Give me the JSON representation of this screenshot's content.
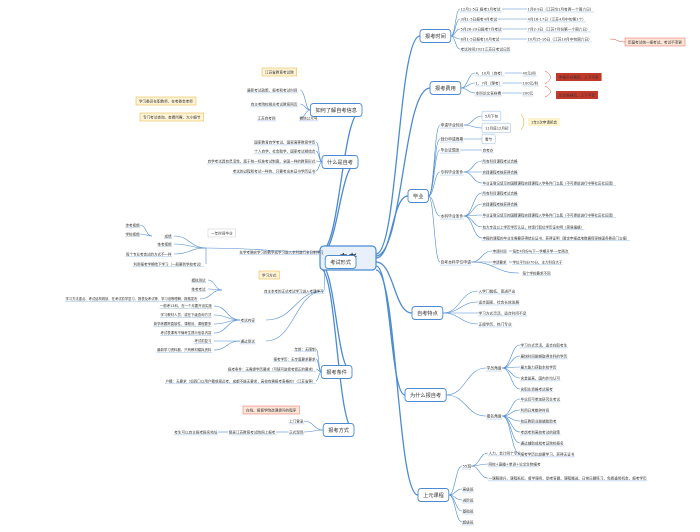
{
  "center": "自考",
  "right": {
    "exam_time": {
      "label": "报考时间",
      "items": [
        {
          "a": "12月1-5日 报考1月考试",
          "b": "1月8-9日（江苏均1月有两一个周六日）"
        },
        {
          "a": "3月1-5日报考4月考试",
          "b": "4月16-17日（江苏4月中旬第1个）"
        },
        {
          "a": "5月26-29日报考7月考试",
          "b": "7月2-3日（江苏7月份第一个周六日）"
        },
        {
          "a": "8月1-5日报考10月考试",
          "b": "10月15-16日（江苏10月中旬周六日）"
        },
        {
          "a": "考试时间2021江苏日考试日历",
          "b": ""
        }
      ],
      "note": "历届考试统一报考试、考试不变更"
    },
    "exam_fee": {
      "label": "报考费用",
      "items": [
        {
          "a": "4、10月（自考）",
          "b": "40元/科"
        },
        {
          "a": "1、7月（理考）",
          "b": "100元/科"
        },
        {
          "a": "本科论文答辩费",
          "b": "200元"
        }
      ],
      "notes": [
        "申报平台费用、上下不变",
        "论文答辩后、上下不变"
      ]
    },
    "graduation": {
      "label": "毕业",
      "apply": {
        "label": "申请毕业时间",
        "t1": "5月下旬",
        "t2": "11月底12月初",
        "note": "1年2次申请机会"
      },
      "period": {
        "label": "划分申请周期",
        "v": "春节"
      },
      "cert": {
        "label": "毕业证颁发",
        "v": "自考办"
      },
      "junior": {
        "label": "专科毕业条件",
        "items": [
          "所有科目课程考试合格",
          "实践课程考核获得合格",
          "毕业证登记填写的国籍课程实践课程入学条件门立属（不可提前进行中等社区社区团）"
        ]
      },
      "bachelor": {
        "label": "本科毕业条件",
        "items": [
          "所有科目课程考试合格",
          "实践课程考核获得合格",
          "毕业证登记填写的国籍课程实践课程入学条件门立属（不可提前进行中等社区社区团）",
          "有大专及以上学历学历认证，持现行职位学历证实明（简易编辑）",
          "申报的课程的毕业生需要获得结业证书，获得证明（暂定申报选地数据保审核国务委员门立报）"
        ]
      },
      "degree": {
        "label": "自考本科学位申请",
        "items": [
          {
            "a": "申请时间",
            "b": "每年4月份与下一学期开学·一年两次"
          },
          {
            "a": "申请要求",
            "b": "学位平均分70分、主力科目大于"
          },
          {
            "a": "",
            "b": "每个学校要求不同"
          }
        ]
      }
    },
    "features": {
      "label": "自考特点",
      "items": [
        "入学门槛低、宽进严出",
        "适合国家、社会长效发展",
        "学习方式灵活、适合时间不足",
        "正规学历、热门专业"
      ]
    },
    "why": {
      "label": "为什么报自考",
      "adv": {
        "label": "学员角度",
        "items": [
          "学习方式灵活、适合在职考生",
          "最快时间能够取得本科的学历",
          "最大能力获取本校学历",
          "含金量高、国内外均认可",
          "含职业资格考试报考"
        ]
      },
      "pass": {
        "label": "报名角度",
        "items": [
          "毕业后可参加研究生考试",
          "利用日常散碎时间",
          "校区教职业能辅助助考",
          "考虑考到高效考试的政策",
          "通过辅助成就考证院校报名",
          "报考学历比较要学习、获得无证书"
        ]
      }
    },
    "courses": {
      "label": "上元课程",
      "high": {
        "label": "55班",
        "items": [
          "人力、会计网个专业",
          "网校+直播+单讲+论文生物报考",
          "一课服提升、课程抵扣、督学服务、助考答题、课程赠送、日常日题练习、免费重修机会、报考学历"
        ]
      },
      "list": [
        "高级班",
        "进阶班",
        "基础班",
        "超级班"
      ]
    }
  },
  "left": {
    "learn_more": {
      "label": "如何了解自考信息",
      "top_note": "江苏省教育考试院",
      "items": [
        {
          "a": "学习委员在职教师、在考委会老师",
          "b": "最新考试政策、报考和考试时间"
        },
        {
          "a": "",
          "b": "自主考院校相关考试教育网页"
        },
        {
          "a": "专门考试查询、查看所需、大小细节",
          "b": "江苏自考网"
        },
        {
          "a": "",
          "b": "",
          "c": "微信公众号"
        }
      ]
    },
    "what": {
      "label": "什么是自考",
      "items": [
        "国家教育自学考试、国家高等教育学历",
        "个人自学、社会助学、国家考试相结合",
        "自学考试具有灵活性、属于统一标准考试制度、全国一样的教育形式",
        "考试的过程和考试一样的、只要考出来证书学历证书"
      ]
    },
    "study": {
      "label": "考试形式",
      "overview": "在学考确实学习的教学成学习进入本科进行全日制学习",
      "one_year": {
        "label": "一年时间毕业",
        "items": [
          {
            "sub": "成绩",
            "leaves": [
              "传考视频",
              "学校视频"
            ]
          },
          {
            "sub": "",
            "leaves": [
              "练考视频"
            ]
          },
          {
            "sub": "",
            "leaves": [
              "每个专业考查试的方式不一样"
            ]
          },
          {
            "sub": "",
            "leaves": [
              "利用报考学期给下学习（一般要到学校考试）"
            ]
          }
        ]
      },
      "inst": {
        "label": "学习方式",
        "items": [
          "模拟测试",
          "练考考试",
          "学习方法重点、考试结构规划、在考试前学复习、报表及考试等、学习设等理解、报题发布"
        ]
      },
      "content": {
        "label": "考试内容",
        "items": [
          "一般考13科、在一个月要开设实施",
          "学习教材人员，或在下级查询方式",
          "新学练跟踪直接性，课程设、课程要多",
          "考试表课有不懂考生提示信息内容"
        ]
      },
      "paper": {
        "label": "通过测试",
        "items": [
          "考试前复习",
          "最新学习资料都，只有教材模拟资料"
        ]
      },
      "foot": "自主本考的正式考试学习进入考课学习"
    },
    "conditions": {
      "label": "报考条件",
      "items": [
        "年龄：无限制",
        "报考学历：无专属要求要求",
        "报考条件：无需提学历要求（可随可进修考修正的要求）",
        "户籍：无要求（如四口以用户籍或接近考，成都不能无要求，高校有需报考表格的）（江苏省等）"
      ]
    },
    "method": {
      "label": "报考方式",
      "note": "在线、报督学院选课提问的程序",
      "items": [
        {
          "a": "考生可以自主报考报名地址",
          "b": "登录江苏教育考试院网上报考",
          "c": "上门登录"
        },
        {
          "a": "",
          "b": "",
          "c": "正式现场"
        }
      ]
    }
  }
}
